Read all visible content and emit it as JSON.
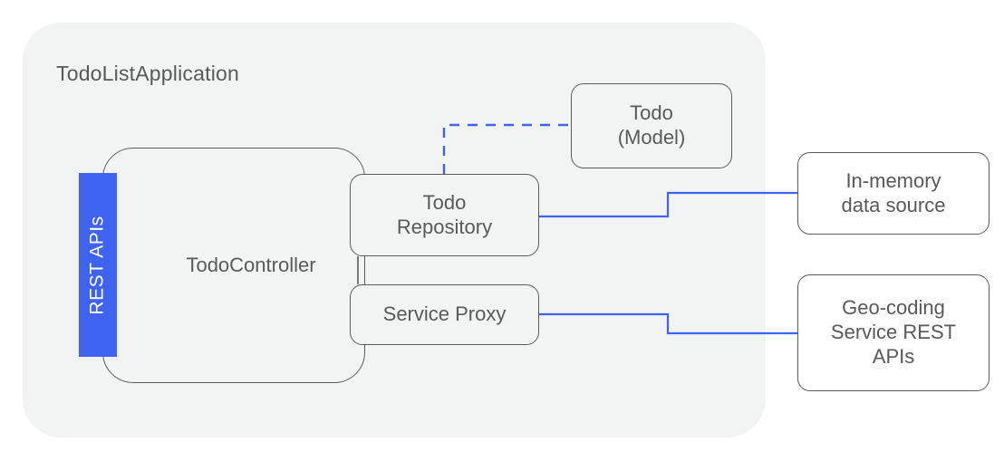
{
  "diagram": {
    "title": "TodoListApplication",
    "colors": {
      "panel_background": "#f2f4f3",
      "node_border": "#5b5b5d",
      "node_text": "#59595b",
      "accent_blue": "#3e63f0",
      "connector_blue": "#3e63f0",
      "page_background": "#ffffff"
    },
    "nodes": {
      "rest_apis": {
        "label": "REST APIs",
        "orientation": "vertical",
        "fill": "#3e63f0",
        "text_color": "#ffffff"
      },
      "controller": {
        "label": "TodoController"
      },
      "repository": {
        "label": "Todo\nRepository"
      },
      "service_proxy": {
        "label": "Service Proxy"
      },
      "todo_model": {
        "label": "Todo\n(Model)"
      },
      "in_memory": {
        "label": "In-memory\ndata source"
      },
      "geo_coding": {
        "label": "Geo-coding\nService REST\nAPIs"
      }
    },
    "connectors": [
      {
        "name": "repository-to-todo-model",
        "from": "repository",
        "to": "todo_model",
        "style": "dashed",
        "color": "#3e63f0"
      },
      {
        "name": "repository-to-in-memory",
        "from": "repository",
        "to": "in_memory",
        "style": "solid",
        "color": "#3e63f0"
      },
      {
        "name": "service-proxy-to-geo-coding",
        "from": "service_proxy",
        "to": "geo_coding",
        "style": "solid",
        "color": "#3e63f0"
      },
      {
        "name": "controller-to-repository",
        "from": "controller",
        "to": "repository",
        "style": "solid",
        "color": "#5b5b5d"
      },
      {
        "name": "controller-to-service-proxy",
        "from": "controller",
        "to": "service_proxy",
        "style": "solid",
        "color": "#5b5b5d"
      },
      {
        "name": "repository-to-service-proxy",
        "from": "repository",
        "to": "service_proxy",
        "style": "solid",
        "color": "#5b5b5d"
      }
    ]
  }
}
